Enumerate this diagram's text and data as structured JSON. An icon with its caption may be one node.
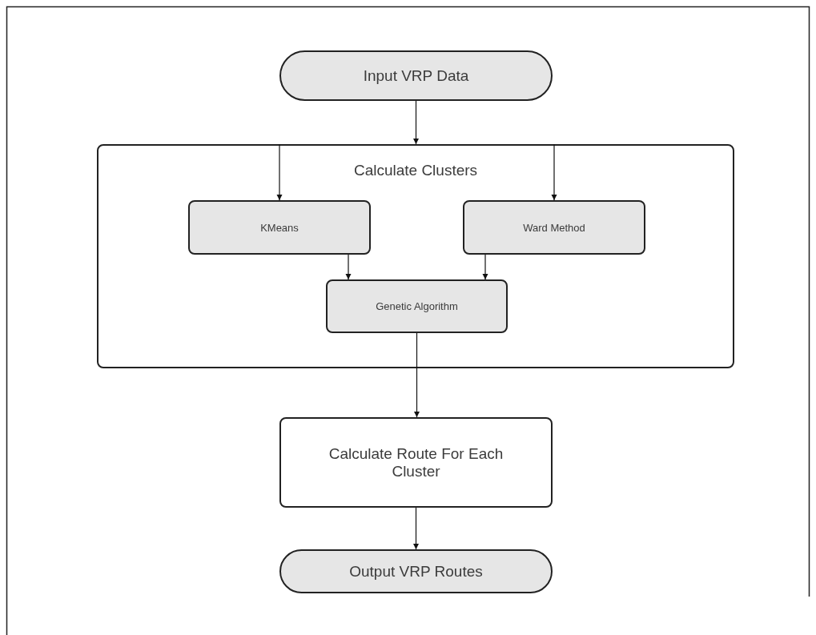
{
  "diagram": {
    "nodes": [
      {
        "text": [
          "Input VRP Data"
        ]
      },
      {
        "text": [
          "Calculate Clusters"
        ]
      },
      {
        "text": [
          "KMeans"
        ],
        "in": 1
      },
      {
        "text": [
          "Ward Method"
        ],
        "in": 1
      },
      {
        "text": [
          "Genetic Algorithm"
        ],
        "in": 1
      },
      {
        "text": [
          "Calculate Route For Each Cluster"
        ]
      },
      {
        "text": [
          "Output VRP Routes"
        ]
      }
    ],
    "edges": [
      {
        "from": 0,
        "to": 1,
        "arrow": "to"
      },
      {
        "from": 1,
        "to": 2,
        "arrow": "to"
      },
      {
        "from": 1,
        "to": 3,
        "arrow": "to"
      },
      {
        "from": 2,
        "to": 4,
        "arrow": "to"
      },
      {
        "from": 3,
        "to": 4,
        "arrow": "to"
      },
      {
        "from": 4,
        "to": 5,
        "arrow": "to"
      },
      {
        "from": 5,
        "to": 6,
        "arrow": "to"
      }
    ]
  }
}
